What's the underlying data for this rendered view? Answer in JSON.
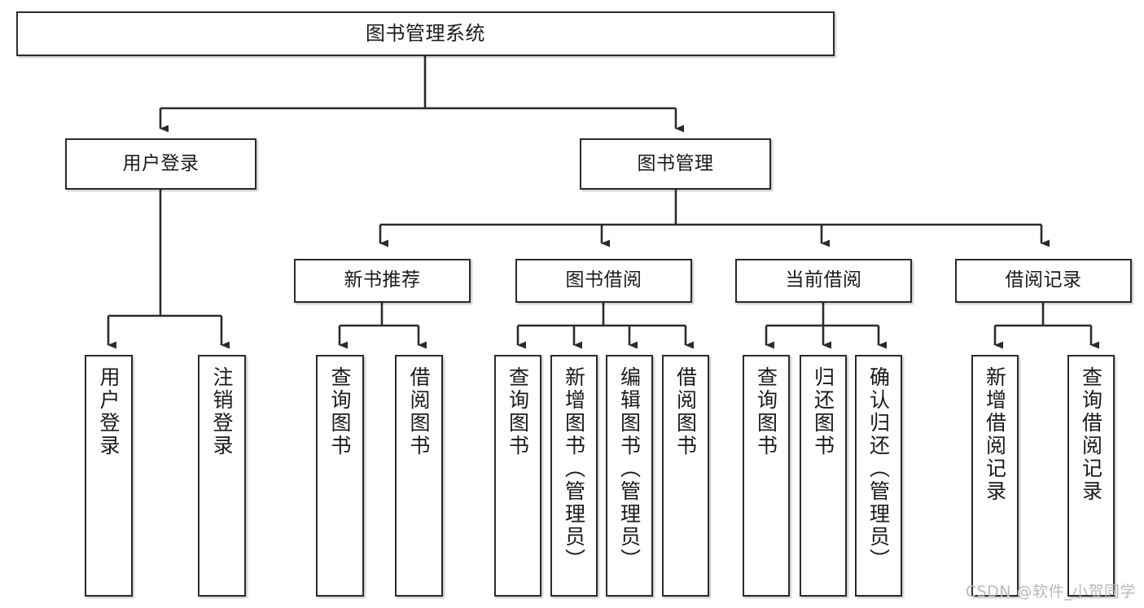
{
  "diagram": {
    "type": "tree",
    "title": "图书管理系统",
    "watermark": "CSDN @软件_小贺同学",
    "colors": {
      "box_border": "#2b2b2b",
      "box_fill": "#ffffff",
      "edge": "#2b2b2b",
      "text": "#1a1a1a",
      "watermark": "#b9b9b9"
    },
    "levels": [
      {
        "level": 1,
        "nodes": [
          {
            "id": "root",
            "label": "图书管理系统",
            "orientation": "horizontal"
          }
        ]
      },
      {
        "level": 2,
        "nodes": [
          {
            "id": "user_login",
            "label": "用户登录",
            "orientation": "horizontal",
            "parent": "root"
          },
          {
            "id": "book_mgmt",
            "label": "图书管理",
            "orientation": "horizontal",
            "parent": "root"
          }
        ]
      },
      {
        "level": 3,
        "nodes": [
          {
            "id": "new_book_rec",
            "label": "新书推荐",
            "orientation": "horizontal",
            "parent": "book_mgmt"
          },
          {
            "id": "book_borrow",
            "label": "图书借阅",
            "orientation": "horizontal",
            "parent": "book_mgmt"
          },
          {
            "id": "current_borrow",
            "label": "当前借阅",
            "orientation": "horizontal",
            "parent": "book_mgmt"
          },
          {
            "id": "borrow_record",
            "label": "借阅记录",
            "orientation": "horizontal",
            "parent": "book_mgmt"
          }
        ]
      },
      {
        "level": 4,
        "nodes": [
          {
            "id": "leaf_user_login",
            "label": "用户登录",
            "orientation": "vertical",
            "parent": "user_login"
          },
          {
            "id": "leaf_logout",
            "label": "注销登录",
            "orientation": "vertical",
            "parent": "user_login"
          },
          {
            "id": "leaf_query_book_1",
            "label": "查询图书",
            "orientation": "vertical",
            "parent": "new_book_rec"
          },
          {
            "id": "leaf_borrow_book_1",
            "label": "借阅图书",
            "orientation": "vertical",
            "parent": "new_book_rec"
          },
          {
            "id": "leaf_query_book_2",
            "label": "查询图书",
            "orientation": "vertical",
            "parent": "book_borrow"
          },
          {
            "id": "leaf_add_book",
            "label": "新增图书（管理员）",
            "orientation": "vertical",
            "parent": "book_borrow"
          },
          {
            "id": "leaf_edit_book",
            "label": "编辑图书（管理员）",
            "orientation": "vertical",
            "parent": "book_borrow"
          },
          {
            "id": "leaf_borrow_book_2",
            "label": "借阅图书",
            "orientation": "vertical",
            "parent": "book_borrow"
          },
          {
            "id": "leaf_query_book_3",
            "label": "查询图书",
            "orientation": "vertical",
            "parent": "current_borrow"
          },
          {
            "id": "leaf_return_book",
            "label": "归还图书",
            "orientation": "vertical",
            "parent": "current_borrow"
          },
          {
            "id": "leaf_confirm_return",
            "label": "确认归还（管理员）",
            "orientation": "vertical",
            "parent": "current_borrow"
          },
          {
            "id": "leaf_add_record",
            "label": "新增借阅记录",
            "orientation": "vertical",
            "parent": "borrow_record"
          },
          {
            "id": "leaf_query_record",
            "label": "查询借阅记录",
            "orientation": "vertical",
            "parent": "borrow_record"
          }
        ]
      }
    ]
  }
}
